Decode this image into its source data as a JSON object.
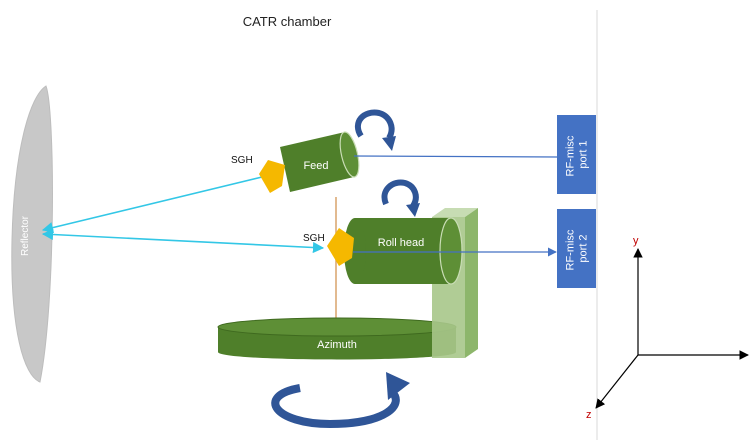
{
  "title": "CATR chamber",
  "labels": {
    "reflector": "Reflector",
    "sgh_top": "SGH",
    "sgh_bottom": "SGH",
    "feed": "Feed",
    "roll_head": "Roll head",
    "azimuth": "Azimuth",
    "port1": "RF-misc port 1",
    "port2": "RF-misc port 2",
    "axis_y": "y",
    "axis_z": "z"
  },
  "colors": {
    "green_body": "#4f7f2a",
    "green_dark": "#3f6a1f",
    "gold": "#f5b800",
    "blue_box": "#4472c4",
    "blue_line": "#4472c4",
    "cyan_line": "#33c7e6",
    "gray_reflector": "#c8c8c8",
    "arrow_blue": "#2f4f8f",
    "axis_label_red": "#c00000",
    "stand_green": "#a7c789"
  }
}
